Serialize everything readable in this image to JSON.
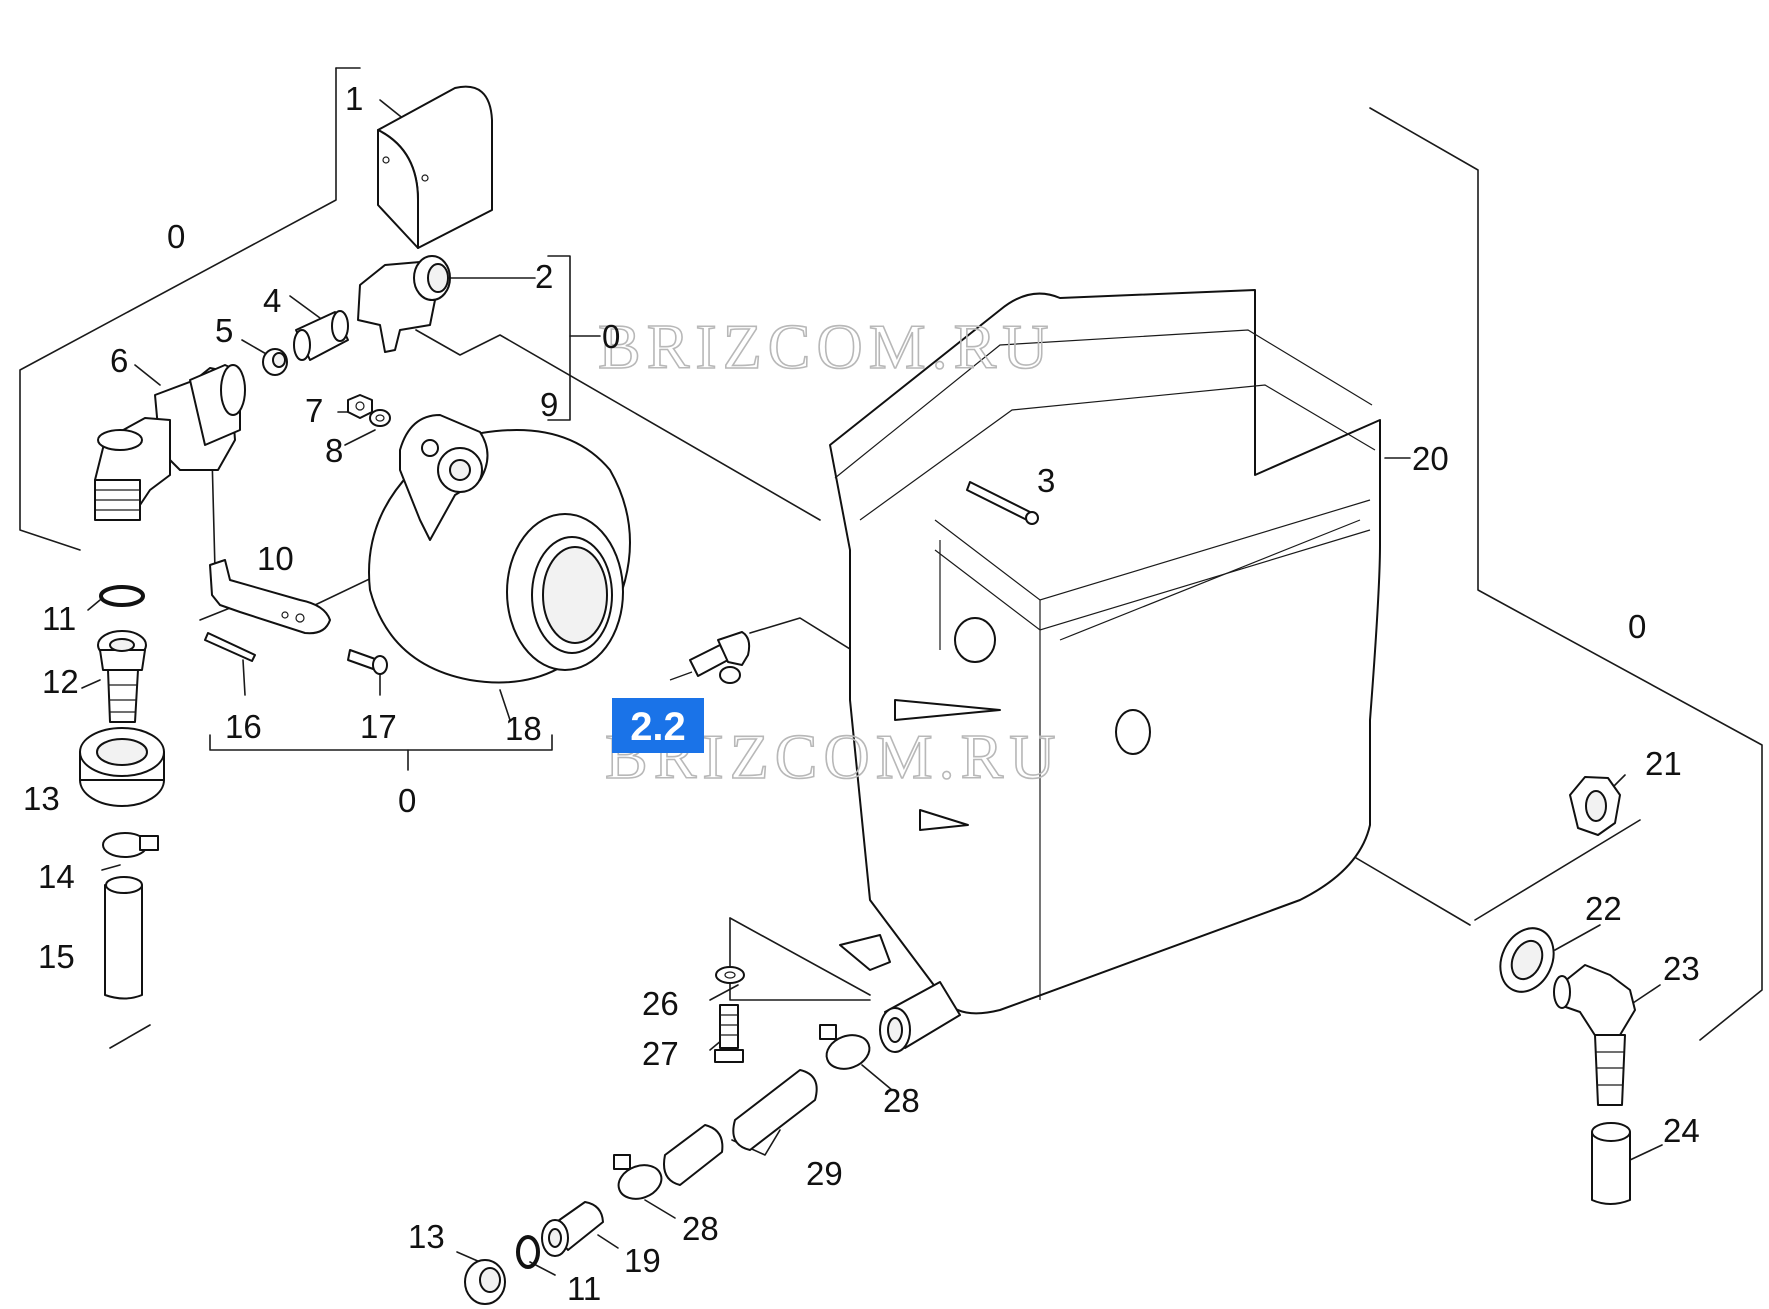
{
  "labels": {
    "p0a": "0",
    "p0b": "0",
    "p0c": "0",
    "p0d": "0",
    "p1": "1",
    "p2": "2",
    "p3": "3",
    "p4": "4",
    "p5": "5",
    "p6": "6",
    "p7": "7",
    "p8": "8",
    "p9": "9",
    "p10": "10",
    "p11a": "11",
    "p11b": "11",
    "p12": "12",
    "p13a": "13",
    "p13b": "13",
    "p14": "14",
    "p15": "15",
    "p16": "16",
    "p17": "17",
    "p18": "18",
    "p19": "19",
    "p20": "20",
    "p21": "21",
    "p22": "22",
    "p23": "23",
    "p24": "24",
    "p26": "26",
    "p27": "27",
    "p28a": "28",
    "p28b": "28",
    "p29": "29"
  },
  "badge": {
    "text": "2.2",
    "color": "#1a73e8"
  },
  "watermark": {
    "text": "BRIZCOM.RU"
  }
}
